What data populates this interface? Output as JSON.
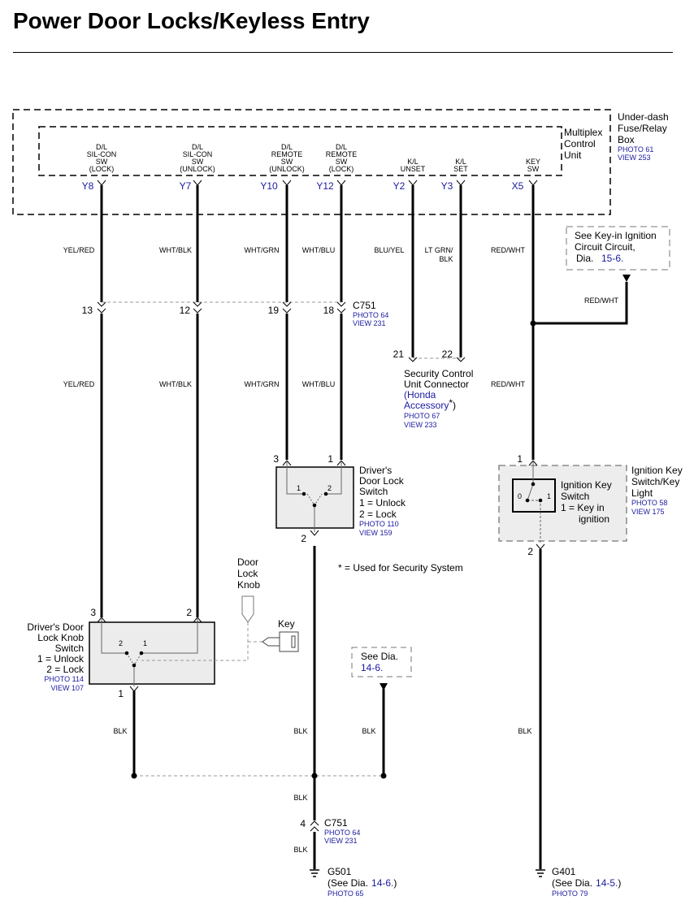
{
  "title": "Power Door Locks/Keyless Entry",
  "fuse_box": {
    "label": [
      "Under-dash",
      "Fuse/Relay",
      "Box"
    ],
    "photo": "PHOTO 61",
    "view": "VIEW 253"
  },
  "mcu": {
    "label": [
      "Multiplex",
      "Control",
      "Unit"
    ]
  },
  "terminals": [
    {
      "lines": [
        "D/L",
        "SIL-CON",
        "SW",
        "(LOCK)"
      ],
      "pin": "Y8"
    },
    {
      "lines": [
        "D/L",
        "SIL-CON",
        "SW",
        "(UNLOCK)"
      ],
      "pin": "Y7"
    },
    {
      "lines": [
        "D/L",
        "REMOTE",
        "SW",
        "(UNLOCK)"
      ],
      "pin": "Y10"
    },
    {
      "lines": [
        "D/L",
        "REMOTE",
        "SW",
        "(LOCK)"
      ],
      "pin": "Y12"
    },
    {
      "lines": [
        "K/L",
        "UNSET"
      ],
      "pin": "Y2"
    },
    {
      "lines": [
        "K/L",
        "SET"
      ],
      "pin": "Y3"
    },
    {
      "lines": [
        "KEY",
        "SW"
      ],
      "pin": "X5"
    }
  ],
  "wire_colors": {
    "yel_red": "YEL/RED",
    "wht_blk": "WHT/BLK",
    "wht_grn": "WHT/GRN",
    "wht_blu": "WHT/BLU",
    "blu_yel": "BLU/YEL",
    "lt_grn_blk": [
      "LT GRN/",
      "BLK"
    ],
    "red_wht": "RED/WHT",
    "blk": "BLK"
  },
  "c751_top": {
    "name": "C751",
    "photo": "PHOTO 64",
    "view": "VIEW 231",
    "pins": [
      "13",
      "12",
      "19",
      "18"
    ]
  },
  "key_in_ref": {
    "lines": [
      "See Key-in Ignition",
      "Circuit Circuit,"
    ],
    "prefix": "Dia.",
    "dia": "15-6."
  },
  "security_connector": {
    "pins": [
      "21",
      "22"
    ],
    "lines": [
      "Security Control",
      "Unit Connector"
    ],
    "honda": [
      "(Honda",
      "Accessory"
    ],
    "star": "*",
    "close": ")",
    "photo": "PHOTO 67",
    "view": "VIEW 233"
  },
  "door_lock_switch": {
    "pins": [
      "3",
      "1",
      "2"
    ],
    "inner": [
      "1",
      "2"
    ],
    "lines": [
      "Driver's",
      "Door Lock",
      "Switch",
      "1 = Unlock",
      "2 = Lock"
    ],
    "photo": "PHOTO 110",
    "view": "VIEW 159"
  },
  "ignition_switch": {
    "pins": [
      "1",
      "2"
    ],
    "inner": [
      "0",
      "1"
    ],
    "inner_lines": [
      "Ignition Key",
      "Switch",
      "1 = Key in",
      "ignition"
    ],
    "lines": [
      "Ignition Key",
      "Switch/Key",
      "Light"
    ],
    "photo": "PHOTO 58",
    "view": "VIEW 175"
  },
  "footnote": "* = Used for Security System",
  "knob_switch": {
    "pins": [
      "3",
      "2",
      "1"
    ],
    "inner": [
      "2",
      "1"
    ],
    "lines": [
      "Driver's Door",
      "Lock Knob",
      "Switch",
      "1 = Unlock",
      "2 = Lock"
    ],
    "photo": "PHOTO 114",
    "view": "VIEW 107"
  },
  "door_lock_knob": [
    "Door",
    "Lock",
    "Knob"
  ],
  "key_label": "Key",
  "see_dia_mid": {
    "text": "See Dia.",
    "dia": "14-6."
  },
  "c751_bottom": {
    "pin": "4",
    "name": "C751",
    "photo": "PHOTO 64",
    "view": "VIEW 231"
  },
  "g501": {
    "name": "G501",
    "prefix": "(See Dia.",
    "dia": "14-6.",
    "suffix": ")",
    "photo": "PHOTO 65"
  },
  "g401": {
    "name": "G401",
    "prefix": "(See Dia.",
    "dia": "14-5.",
    "suffix": ")",
    "photo": "PHOTO 79"
  }
}
